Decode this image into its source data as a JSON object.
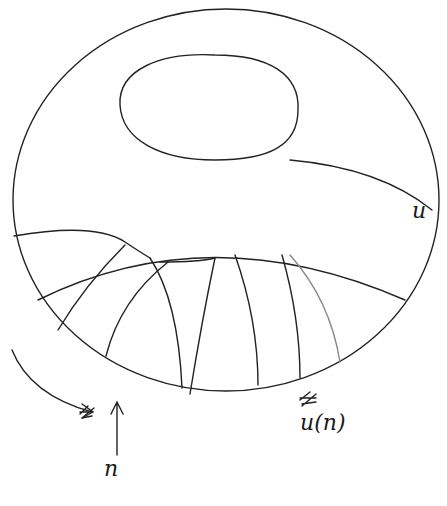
{
  "diagram": {
    "labels": [
      "u",
      "u(n)",
      "n"
    ]
  }
}
